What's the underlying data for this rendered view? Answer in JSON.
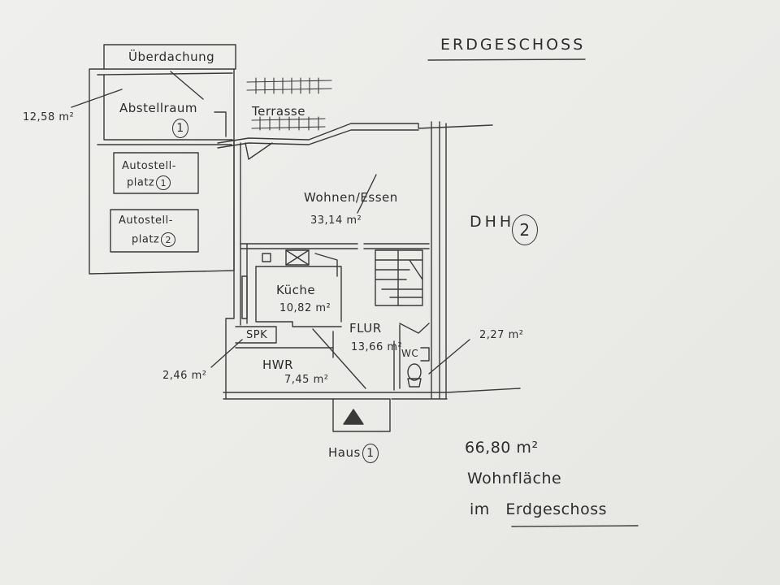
{
  "title": "ERDGESCHOSS",
  "rooms": {
    "ueberdachung": "Überdachung",
    "abstellraum": "Abstellraum",
    "abstellraum_num": "1",
    "abstellraum_area": "12,58 m²",
    "terrasse": "Terrasse",
    "autostellplatz1_line1": "Autostell-",
    "autostellplatz1_line2": "platz",
    "autostellplatz1_num": "1",
    "autostellplatz2_line1": "Autostell-",
    "autostellplatz2_line2": "platz",
    "autostellplatz2_num": "2",
    "wohnen": "Wohnen/Essen",
    "wohnen_area": "33,14 m²",
    "kueche": "Küche",
    "kueche_area": "10,82 m²",
    "flur": "FLUR",
    "flur_area": "13,66 m²",
    "spk": "SPK",
    "spk_area": "2,46 m²",
    "hwr": "HWR",
    "hwr_area": "7,45 m²",
    "wc": "WC",
    "wc_area": "2,27 m²"
  },
  "dhh": "DHH",
  "dhh_num": "2",
  "haus": "Haus",
  "haus_num": "1",
  "summary": {
    "area": "66,80 m²",
    "line2": "Wohnfläche",
    "line3_prefix": "im",
    "line3_word": "Erdgeschoss"
  }
}
